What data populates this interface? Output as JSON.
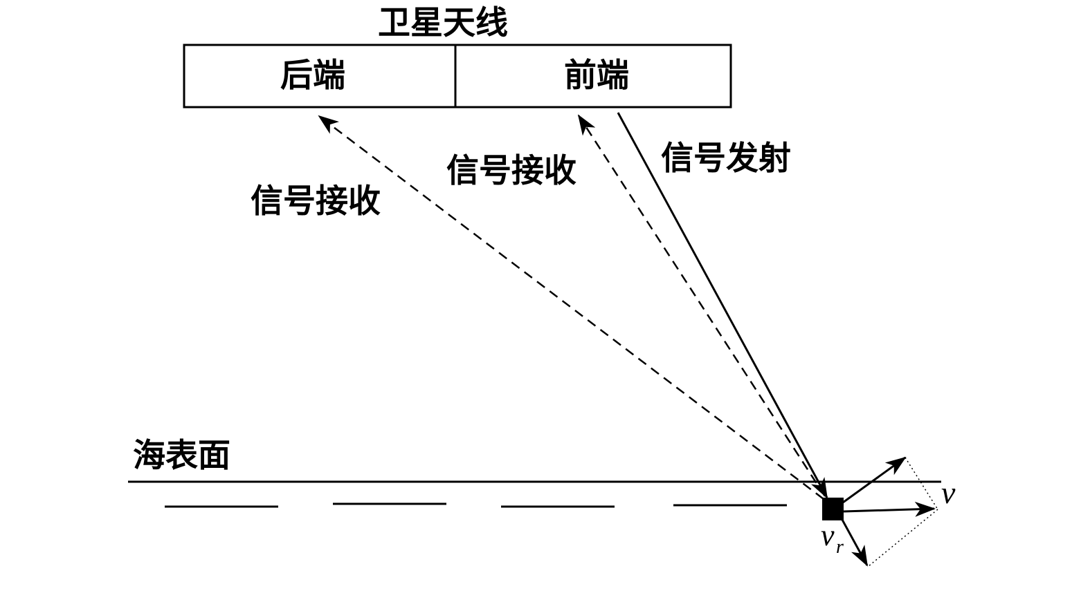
{
  "antenna": {
    "title": "卫星天线",
    "back": "后端",
    "front": "前端"
  },
  "signals": {
    "transmit": "信号发射",
    "receive_front": "信号接收",
    "receive_back": "信号接收"
  },
  "sea": {
    "label": "海表面"
  },
  "target": {
    "velocity": "v",
    "radial_velocity": "v",
    "radial_subscript": "r"
  }
}
